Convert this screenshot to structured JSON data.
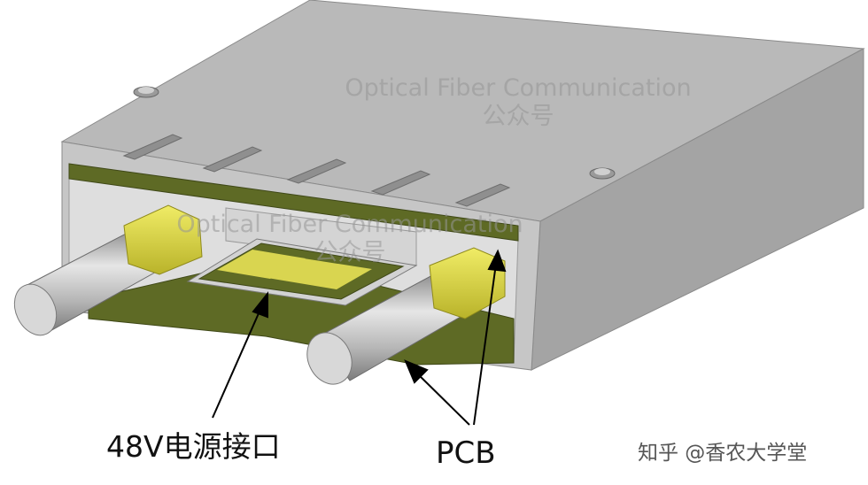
{
  "watermark": {
    "line1": "Optical Fiber Communication",
    "line2": "公众号"
  },
  "labels": {
    "power": "48V电源接口",
    "pcb": "PCB"
  },
  "credit": "知乎 @香农大学堂",
  "colors": {
    "housing_top": "#b9b9b9",
    "housing_side": "#a2a2a2",
    "housing_front": "#c4c4c4",
    "pcb": "#5e6a25",
    "gold": "#e1dc3c",
    "fiber": "#c9c9c9"
  }
}
